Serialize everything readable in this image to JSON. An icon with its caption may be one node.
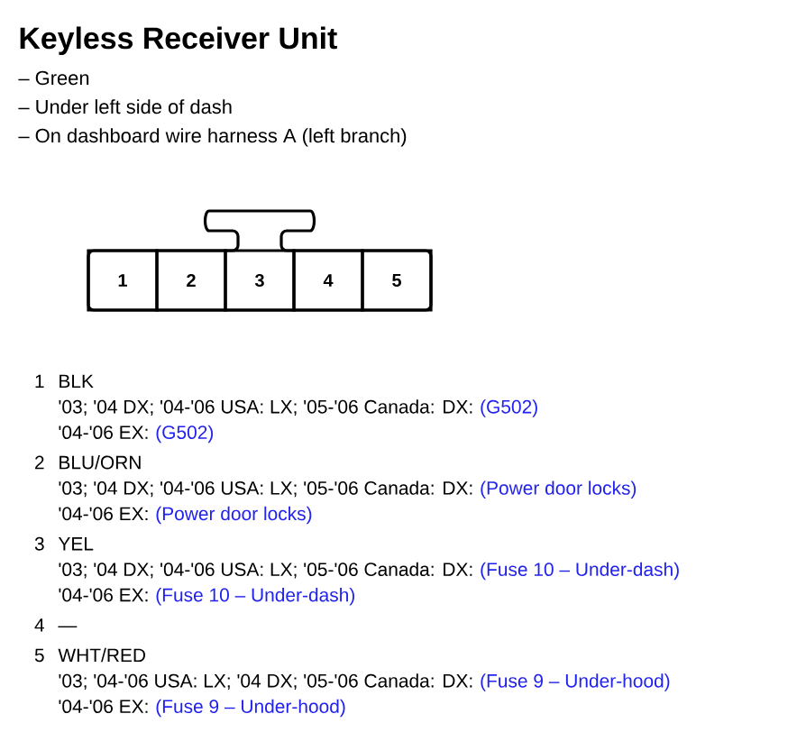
{
  "diagram": {
    "title": "Keyless Receiver Unit",
    "nodes": [
      {
        "text": [
          "1"
        ]
      },
      {
        "text": [
          "2"
        ]
      },
      {
        "text": [
          "3"
        ]
      },
      {
        "text": [
          "4"
        ]
      },
      {
        "text": [
          "5"
        ]
      }
    ],
    "edges": [],
    "labels": [
      "– Green",
      "– Under left side of dash",
      "– On dashboard wire harness A (left branch)",
      "1",
      "BLK",
      "'03; '04 DX; '04-'06 USA: LX; '05-'06 Canada: DX:",
      "(G502)",
      "'04-'06 EX:",
      "(G502)",
      "2",
      "BLU/ORN",
      "'03; '04 DX; '04-'06 USA: LX; '05-'06 Canada: DX:",
      "(Power door locks)",
      "'04-'06 EX:",
      "(Power door locks)",
      "3",
      "YEL",
      "'03; '04 DX; '04-'06 USA: LX; '05-'06 Canada: DX:",
      "(Fuse 10 – Under-dash)",
      "'04-'06 EX:",
      "(Fuse 10 – Under-dash)",
      "4",
      "—",
      "5",
      "WHT/RED",
      "'03; '04-'06 USA: LX; '04 DX; '05-'06 Canada: DX:",
      "(Fuse 9 – Under-hood)",
      "'04-'06 EX:",
      "(Fuse 9 – Under-hood)"
    ]
  }
}
